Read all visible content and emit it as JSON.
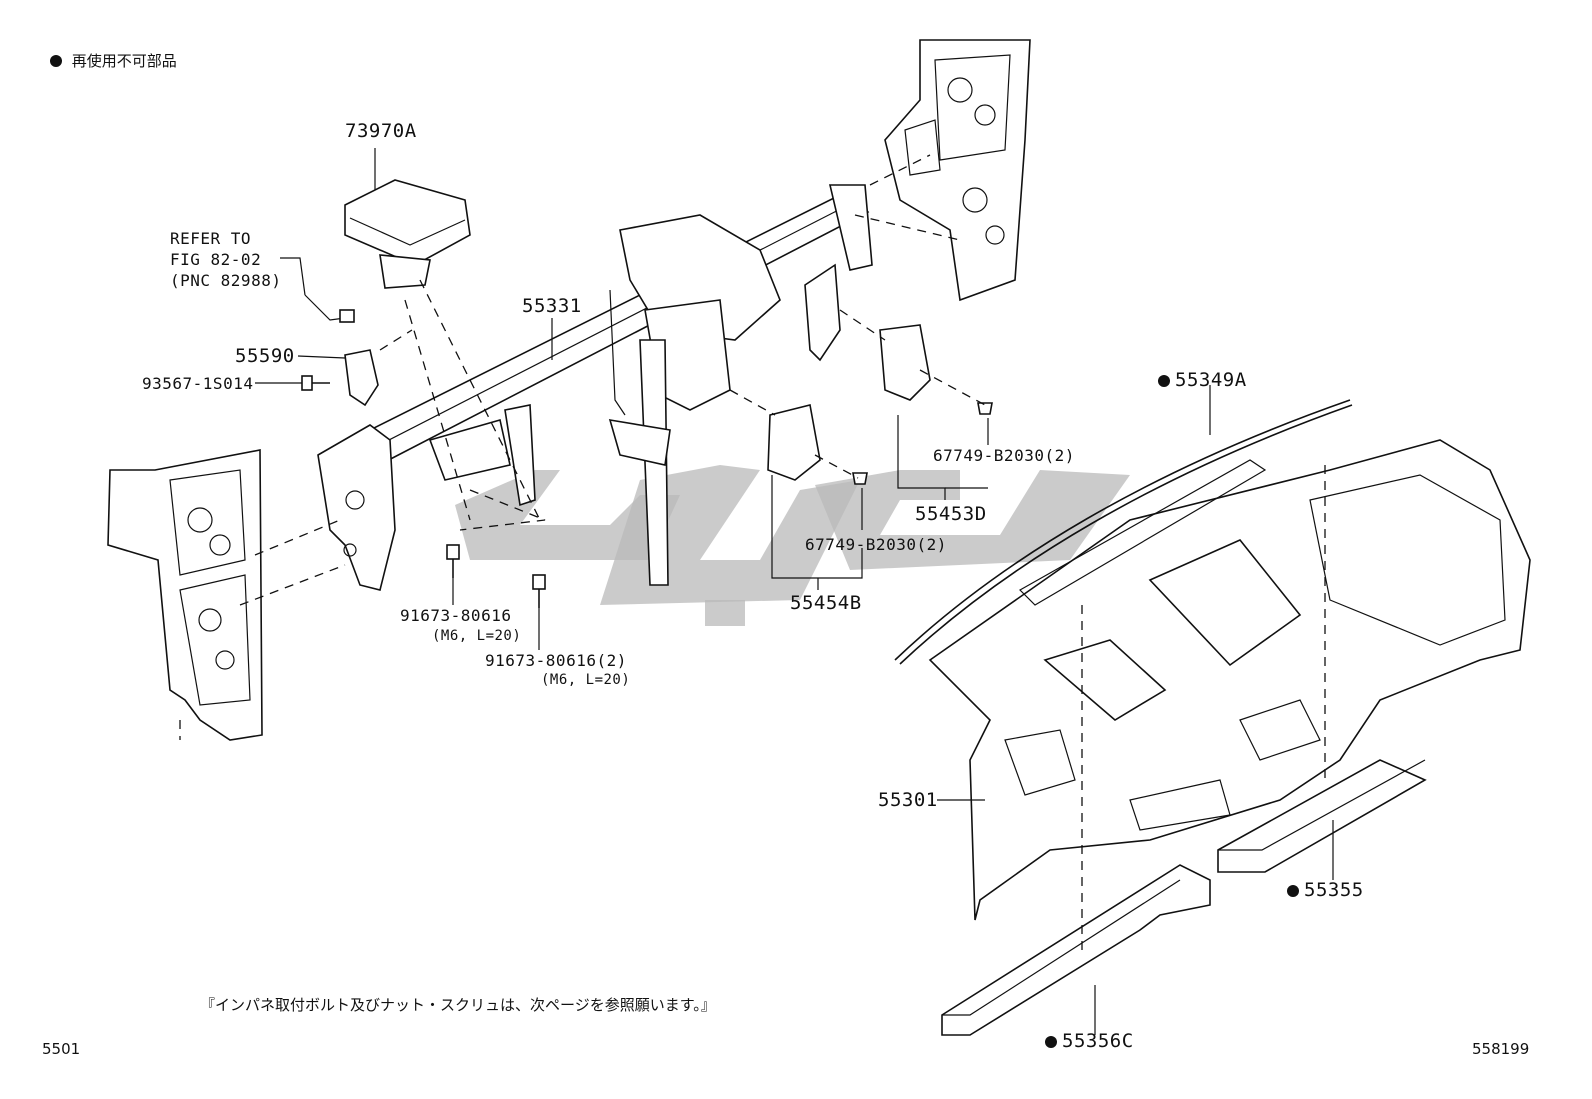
{
  "legend": {
    "symbol": "filled-circle-icon",
    "text": "再使用不可部品"
  },
  "callouts": {
    "p73970A": "73970A",
    "refer1": "REFER TO",
    "refer2": "FIG 82-02",
    "refer3": "(PNC 82988)",
    "p55331": "55331",
    "p55590": "55590",
    "p93567": "93567-1S014",
    "p55349A": "55349A",
    "p67749a": "67749-B2030(2)",
    "p55453D": "55453D",
    "p67749b": "67749-B2030(2)",
    "p55454B": "55454B",
    "p91673a": "91673-80616",
    "p91673a_spec": "(M6, L=20)",
    "p91673b": "91673-80616(2)",
    "p91673b_spec": "(M6, L=20)",
    "p55301": "55301",
    "p55355": "55355",
    "p55356C": "55356C"
  },
  "footnote": "『インパネ取付ボルト及びナット・スクリュは、次ページを参照願います。』",
  "page_ref_left": "5501",
  "page_ref_right": "558199",
  "colors": {
    "line": "#111111",
    "watermark": "#b9b9b9",
    "background": "#ffffff"
  }
}
